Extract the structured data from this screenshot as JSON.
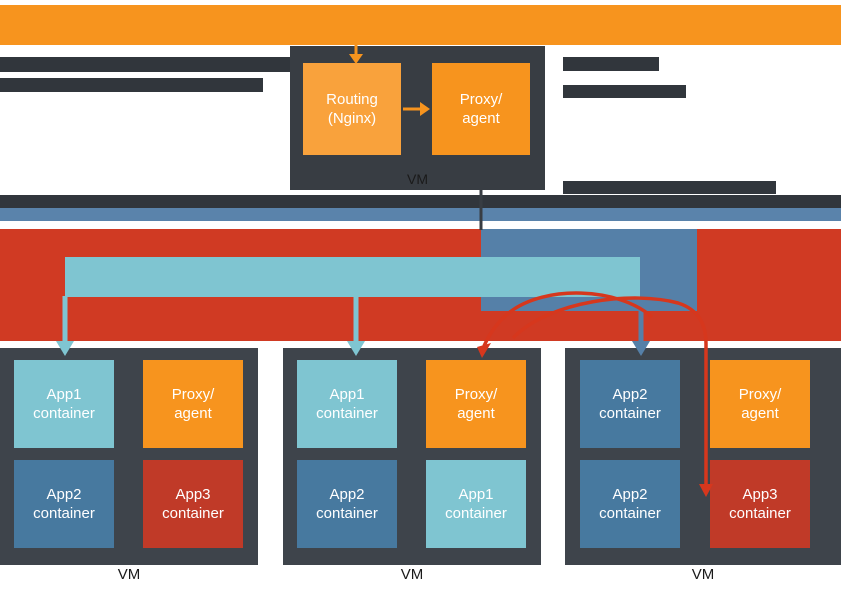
{
  "colors": {
    "orange": "#F7941E",
    "orange_light": "#F9A23C",
    "dark": "#383D43",
    "dark_bar": "#31363C",
    "group_gray": "#3E444B",
    "blue_bar": "#5A83AB",
    "steel_blue": "#47799F",
    "blue_connector": "#5580A8",
    "red_band": "#D03A23",
    "red_box": "#C03A28",
    "red_arrow": "#D6371D",
    "teal": "#7FC5D1",
    "label_dark": "#1A1A1A"
  },
  "router_vm": {
    "label": "VM",
    "routing": {
      "line1": "Routing",
      "line2": "(Nginx)"
    },
    "proxy": {
      "line1": "Proxy/",
      "line2": "agent"
    }
  },
  "vms": [
    {
      "label": "VM",
      "boxes": [
        {
          "line1": "App1",
          "line2": "container"
        },
        {
          "line1": "Proxy/",
          "line2": "agent"
        },
        {
          "line1": "App2",
          "line2": "container"
        },
        {
          "line1": "App3",
          "line2": "container"
        }
      ]
    },
    {
      "label": "VM",
      "boxes": [
        {
          "line1": "App1",
          "line2": "container"
        },
        {
          "line1": "Proxy/",
          "line2": "agent"
        },
        {
          "line1": "App2",
          "line2": "container"
        },
        {
          "line1": "App1",
          "line2": "container"
        }
      ]
    },
    {
      "label": "VM",
      "boxes": [
        {
          "line1": "App2",
          "line2": "container"
        },
        {
          "line1": "Proxy/",
          "line2": "agent"
        },
        {
          "line1": "App2",
          "line2": "container"
        },
        {
          "line1": "App3",
          "line2": "container"
        }
      ]
    }
  ]
}
